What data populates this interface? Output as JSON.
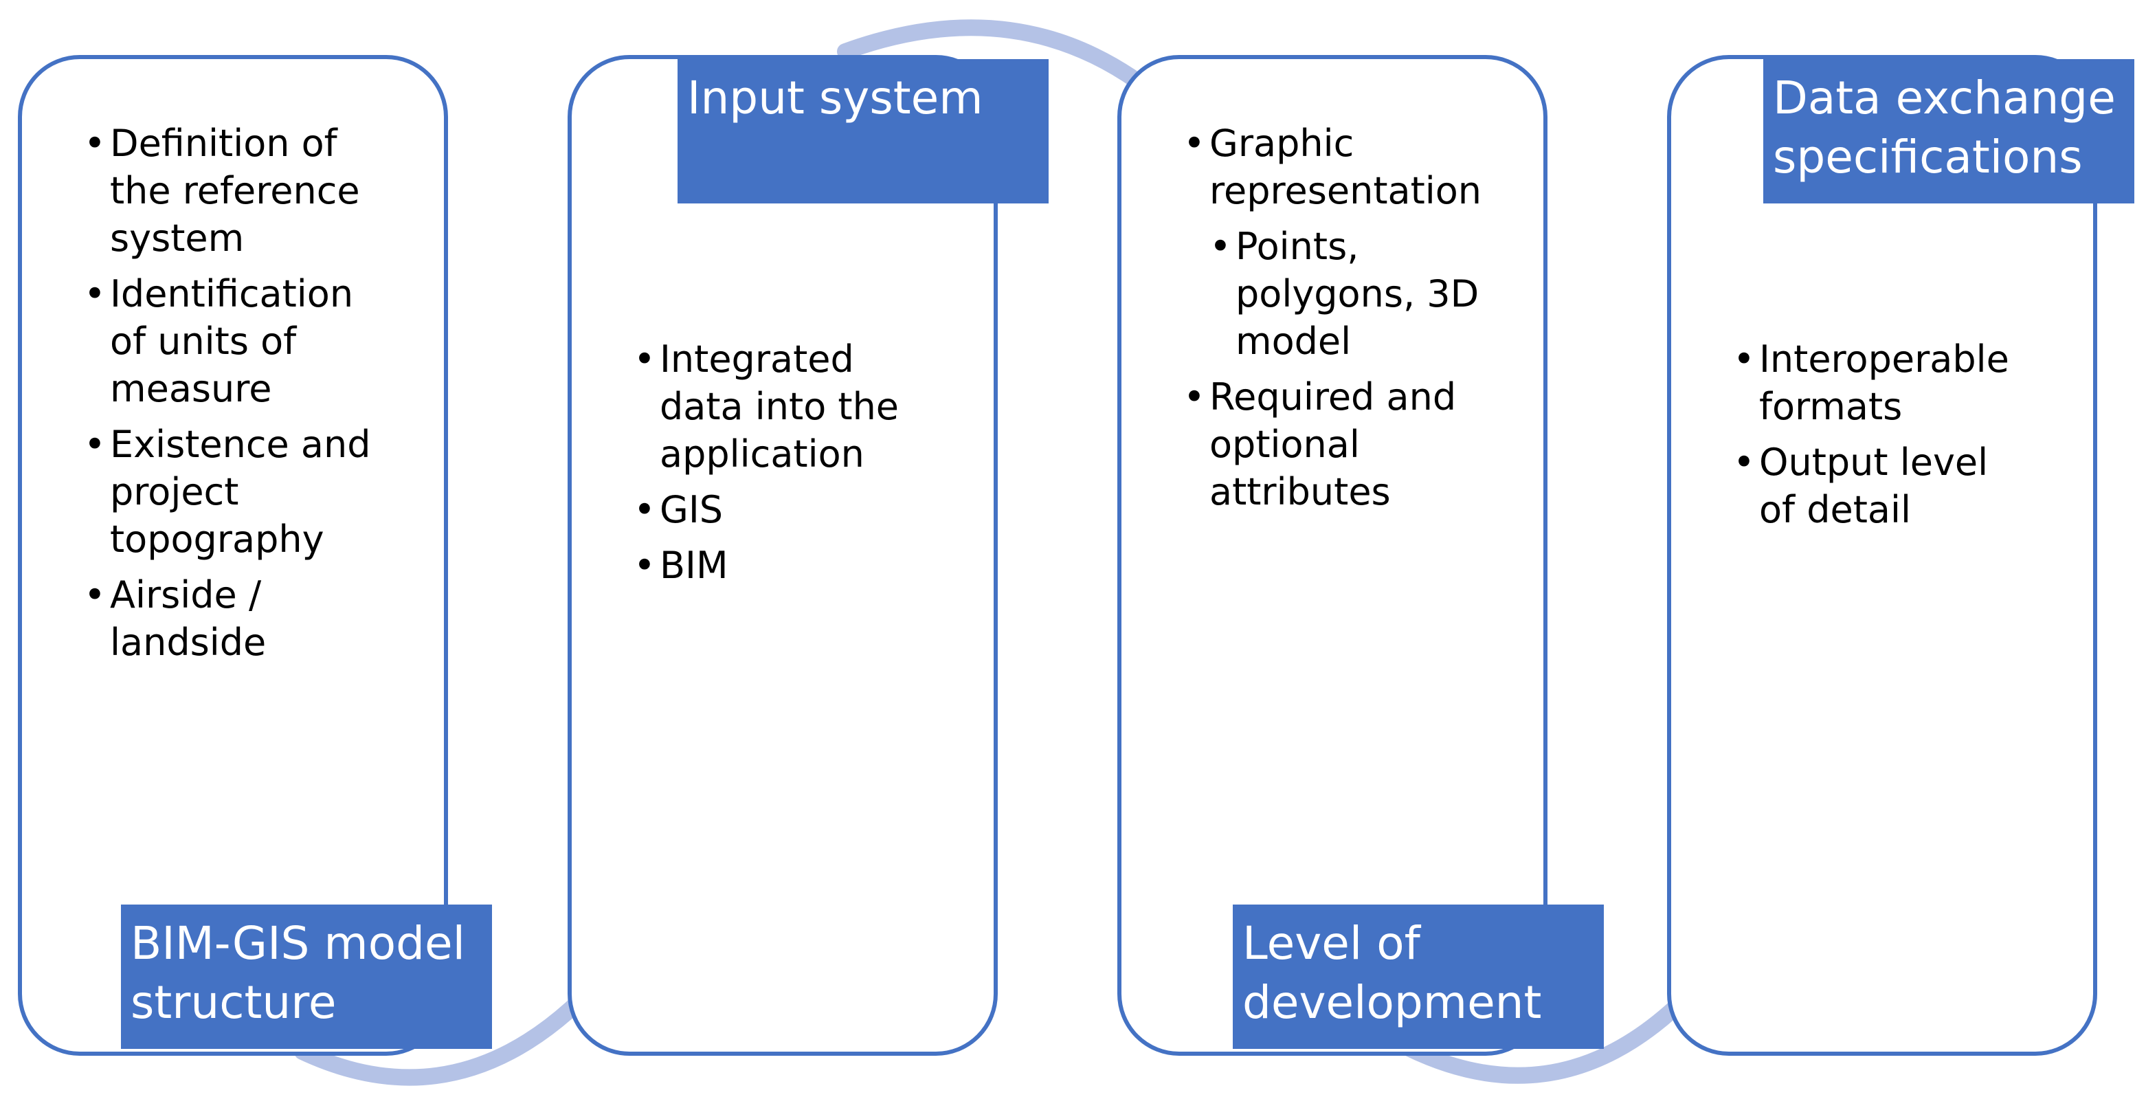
{
  "colors": {
    "accent": "#4472c4",
    "arrow": "#b4c2e6",
    "text": "#000000",
    "label_text": "#ffffff"
  },
  "stages": [
    {
      "title_lines": [
        "BIM-GIS model",
        "structure"
      ],
      "bullets": [
        {
          "text": "Definition of the reference system"
        },
        {
          "text": "Identification of units of measure"
        },
        {
          "text": "Existence and project topography"
        },
        {
          "text": "Airside / landside"
        }
      ]
    },
    {
      "title_lines": [
        "Input system"
      ],
      "bullets": [
        {
          "text": "Integrated data into the application"
        },
        {
          "text": "GIS"
        },
        {
          "text": "BIM"
        }
      ]
    },
    {
      "title_lines": [
        "Level of",
        "development"
      ],
      "bullets": [
        {
          "text": "Graphic representation"
        },
        {
          "text": "Points, polygons, 3D model",
          "sub": true
        },
        {
          "text": "Required and optional attributes"
        }
      ]
    },
    {
      "title_lines": [
        "Data exchange",
        "specifications"
      ],
      "bullets": [
        {
          "text": "Interoperable formats"
        },
        {
          "text": "Output level of detail"
        }
      ]
    }
  ]
}
